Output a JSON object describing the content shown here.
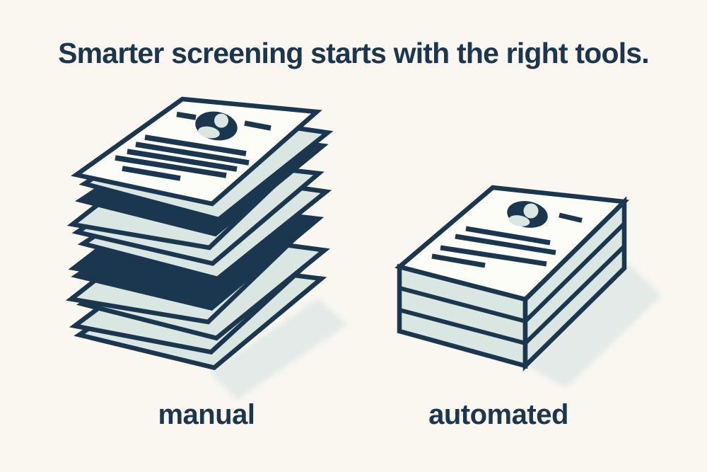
{
  "title": "Smarter screening starts with the right tools.",
  "labels": {
    "manual": "manual",
    "automated": "automated"
  },
  "figures": {
    "manual_stack": {
      "type": "messy-stack-of-resumes",
      "sheet_count": 12,
      "resume_text_lines": 5,
      "resume_dashes": 2
    },
    "automated_stack": {
      "type": "neat-box-stack-of-resumes",
      "layer_count": 3,
      "resume_text_lines": 4,
      "resume_dashes": 1
    }
  },
  "icons": {
    "avatar": "person-avatar-icon"
  },
  "colors": {
    "background": "#faf7f1",
    "navy": "#1b364f",
    "sheet_light": "#d9e6e2",
    "sheet_white": "#fdfdf8",
    "shadow": "#e3eae7"
  }
}
